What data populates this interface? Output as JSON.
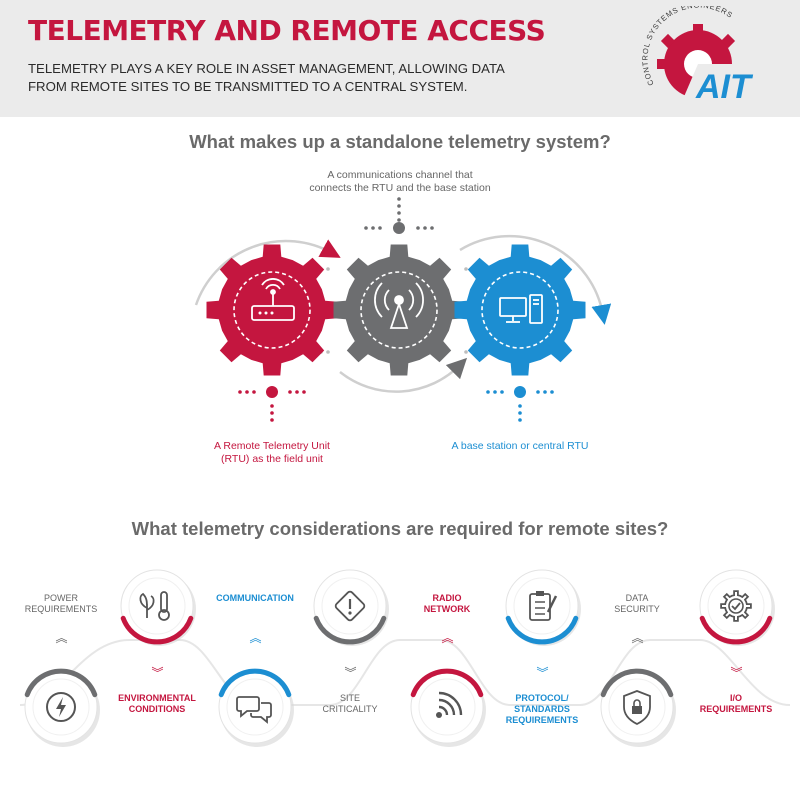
{
  "header": {
    "title": "TELEMETRY AND REMOTE ACCESS",
    "subtitle": "TELEMETRY PLAYS A KEY ROLE IN ASSET MANAGEMENT, ALLOWING DATA FROM REMOTE SITES TO BE TRANSMITTED TO A CENTRAL SYSTEM.",
    "logo_text": "AIT",
    "logo_arc_text": "CONTROL SYSTEMS ENGINEERS"
  },
  "section1": {
    "title": "What makes up a standalone telemetry system?",
    "channel_caption_line1": "A communications channel that",
    "channel_caption_line2": "connects the RTU and the base station",
    "rtu_caption_line1": "A Remote Telemetry Unit",
    "rtu_caption_line2": "(RTU) as the field unit",
    "base_caption": "A base station or central RTU",
    "gears": [
      {
        "name": "rtu-gear",
        "icon": "router-icon",
        "color": "#c4163f"
      },
      {
        "name": "channel-gear",
        "icon": "antenna-icon",
        "color": "#6d6e70"
      },
      {
        "name": "base-gear",
        "icon": "computer-icon",
        "color": "#1c8ed2"
      }
    ]
  },
  "section2": {
    "title": "What telemetry considerations are required for remote sites?",
    "items": [
      {
        "label_line1": "POWER",
        "label_line2": "REQUIREMENTS",
        "icon": "lightning-icon",
        "color": "#6d6e70"
      },
      {
        "label_line1": "ENVIRONMENTAL",
        "label_line2": "CONDITIONS",
        "icon": "plant-thermometer-icon",
        "color": "#c4163f"
      },
      {
        "label_line1": "COMMUNICATION",
        "label_line2": "",
        "icon": "chat-bubbles-icon",
        "color": "#1c8ed2"
      },
      {
        "label_line1": "SITE",
        "label_line2": "CRITICALITY",
        "icon": "warning-icon",
        "color": "#6d6e70"
      },
      {
        "label_line1": "RADIO",
        "label_line2": "NETWORK",
        "icon": "wifi-signal-icon",
        "color": "#c4163f"
      },
      {
        "label_line1": "PROTOCOL/",
        "label_line2": "STANDARDS",
        "label_line3": "REQUIREMENTS",
        "icon": "clipboard-icon",
        "color": "#1c8ed2"
      },
      {
        "label_line1": "DATA",
        "label_line2": "SECURITY",
        "icon": "shield-lock-icon",
        "color": "#6d6e70"
      },
      {
        "label_line1": "I/O",
        "label_line2": "REQUIREMENTS",
        "icon": "gear-check-icon",
        "color": "#c4163f"
      }
    ]
  }
}
